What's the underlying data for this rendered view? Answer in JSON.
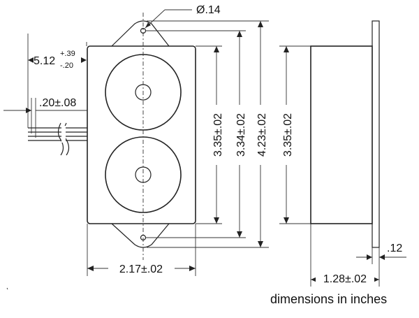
{
  "dimensions": {
    "hole_diameter": "Ø.14",
    "lead_length": "5.12",
    "lead_length_tol_plus": "+.39",
    "lead_length_tol_minus": "-.20",
    "lead_spacing": ".20±.08",
    "body_height": "3.35±.02",
    "mount_hole_spacing": "3.34±.02",
    "overall_height": "4.23±.02",
    "side_height": "3.35±.02",
    "body_width": "2.17±.02",
    "flange_thickness": ".12",
    "body_depth": "1.28±.02"
  },
  "units_note": "dimensions in inches"
}
